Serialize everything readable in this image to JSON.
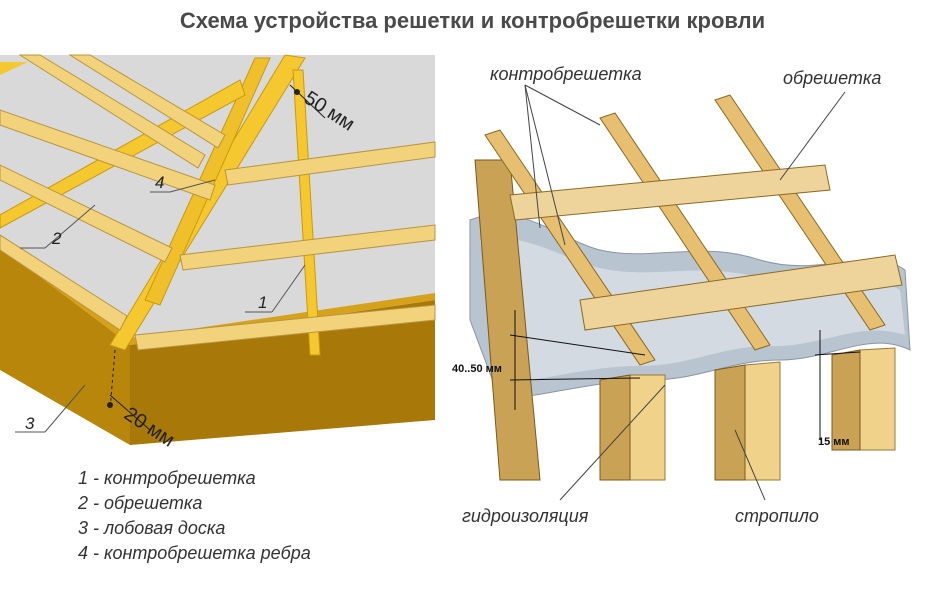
{
  "title": "Схема устройства решетки и контробрешетки кровли",
  "left_diagram": {
    "numbers": [
      "1",
      "2",
      "3",
      "4"
    ],
    "dim_top": "50 мм",
    "dim_bottom": "20 мм"
  },
  "legend": [
    "1 - контробрешетка",
    "2 - обрешетка",
    "3 - лобовая доска",
    "4 - контробрешетка ребра"
  ],
  "right_diagram": {
    "label_counter_batten": "контробрешетка",
    "label_batten": "обрешетка",
    "label_waterproofing": "гидроизоляция",
    "label_rafter": "стропило",
    "dim_gap": "40..50 мм",
    "dim_rafter": "15 мм"
  },
  "colors": {
    "wood_light": "#f2d27a",
    "wood_yellow": "#f5c830",
    "fascia": "#b8860b",
    "roof_grey": "#d9d9d9",
    "membrane": "#b8c4cf"
  }
}
